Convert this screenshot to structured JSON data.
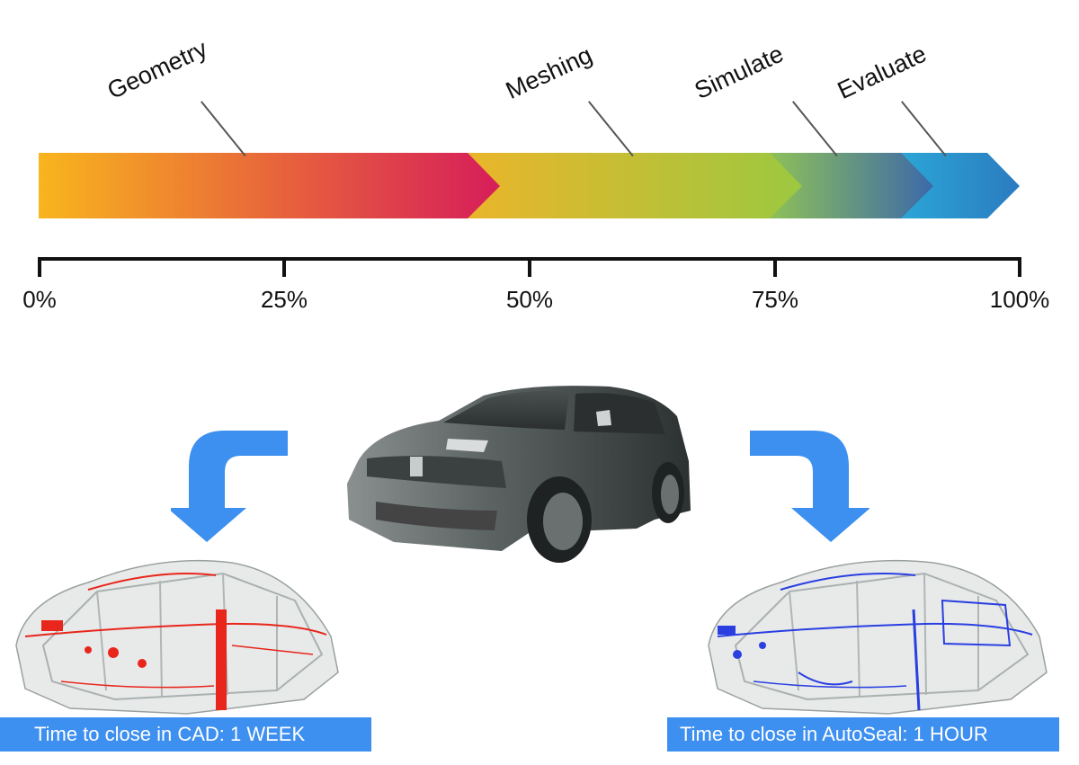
{
  "diagram": {
    "stages": [
      {
        "label": "Geometry",
        "start_pct": 0,
        "end_pct": 47,
        "colors": [
          "#f7b21e",
          "#d61e5a"
        ]
      },
      {
        "label": "Meshing",
        "start_pct": 44,
        "end_pct": 78,
        "colors": [
          "#e8b52a",
          "#9dc840"
        ]
      },
      {
        "label": "Simulate",
        "start_pct": 75,
        "end_pct": 91,
        "colors": [
          "#8ec257",
          "#3b6fa8"
        ]
      },
      {
        "label": "Evaluate",
        "start_pct": 88,
        "end_pct": 100,
        "colors": [
          "#2aa3d4",
          "#2c7ec2"
        ]
      }
    ],
    "axis_ticks": [
      "0%",
      "25%",
      "50%",
      "75%",
      "100%"
    ],
    "center_image": "vehicle-3d-model",
    "left_arrow": "curved-arrow-down-left",
    "right_arrow": "curved-arrow-down-right",
    "left_model": {
      "image": "body-in-white-red-gaps",
      "highlight_color": "#e8261c"
    },
    "right_model": {
      "image": "body-in-white-blue-gaps",
      "highlight_color": "#2a3fe0"
    },
    "captions": {
      "left": "Time to close in CAD: 1 WEEK",
      "right": "Time to close in AutoSeal: 1 HOUR"
    },
    "accent_color": "#3d8ff0"
  }
}
